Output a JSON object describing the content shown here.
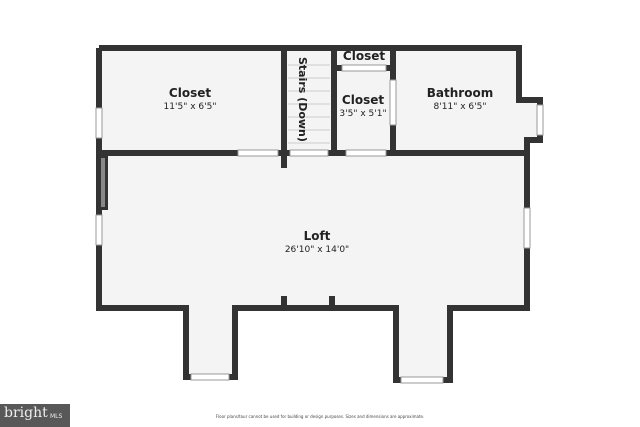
{
  "rooms": [
    {
      "name": "Closet",
      "dimensions": "11'5\" x 6'5\""
    },
    {
      "name": "Stairs (Down)"
    },
    {
      "name": "Closet"
    },
    {
      "name": "Closet",
      "dimensions": "3'5\" x 5'1\""
    },
    {
      "name": "Bathroom",
      "dimensions": "8'11\" x 6'5\""
    },
    {
      "name": "Loft",
      "dimensions": "26'10\" x 14'0\""
    }
  ],
  "disclaimer": "Floor plans/tour cannot be used for building or design purposes. Sizes and dimensions are approximate.",
  "logo": {
    "brand": "bright",
    "suffix": "MLS"
  },
  "colors": {
    "wall": "#333333",
    "floor": "#f4f4f4",
    "window": "#ffffff"
  }
}
